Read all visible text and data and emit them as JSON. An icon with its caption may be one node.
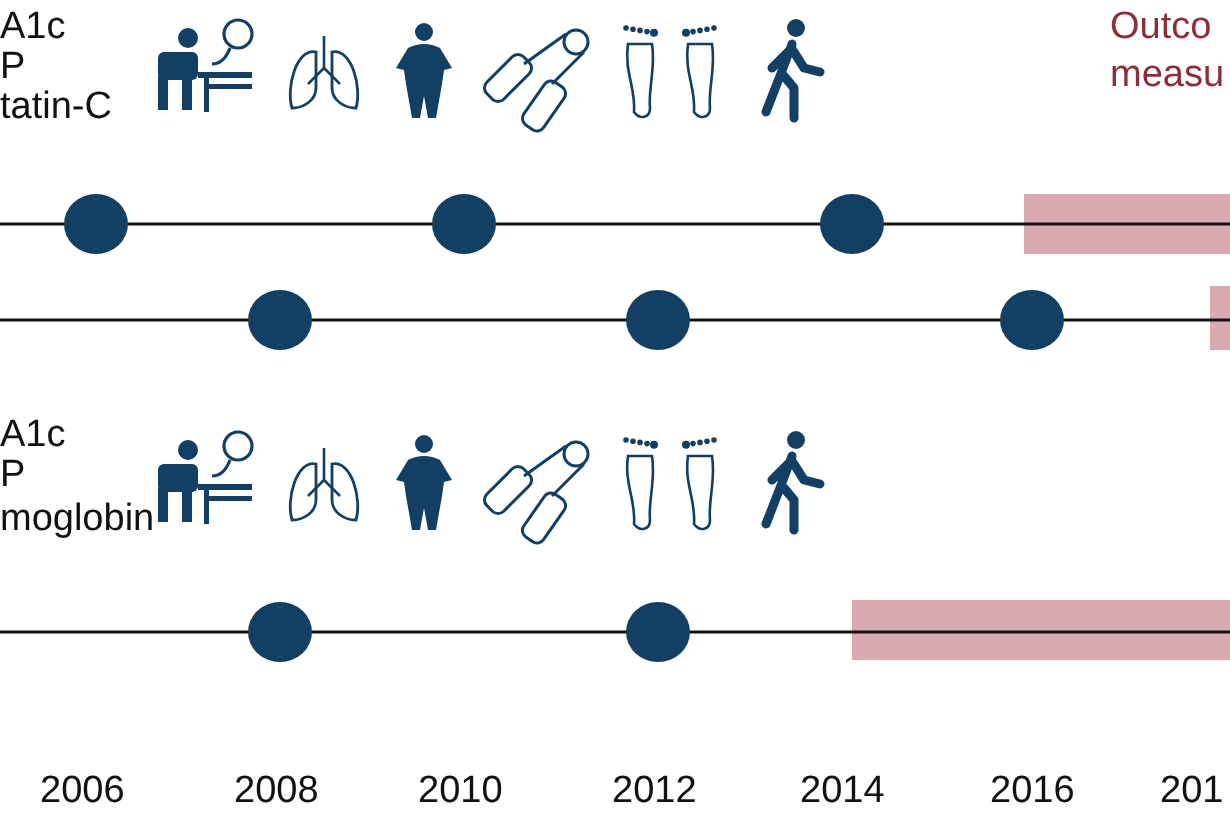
{
  "diagram": {
    "labels": [
      "A1c",
      "P",
      "tatin-C",
      "Outco",
      "measu",
      "A1c",
      "P",
      "moglobin",
      "2006",
      "2008",
      "2010",
      "2012",
      "2014",
      "2016",
      "201"
    ]
  }
}
